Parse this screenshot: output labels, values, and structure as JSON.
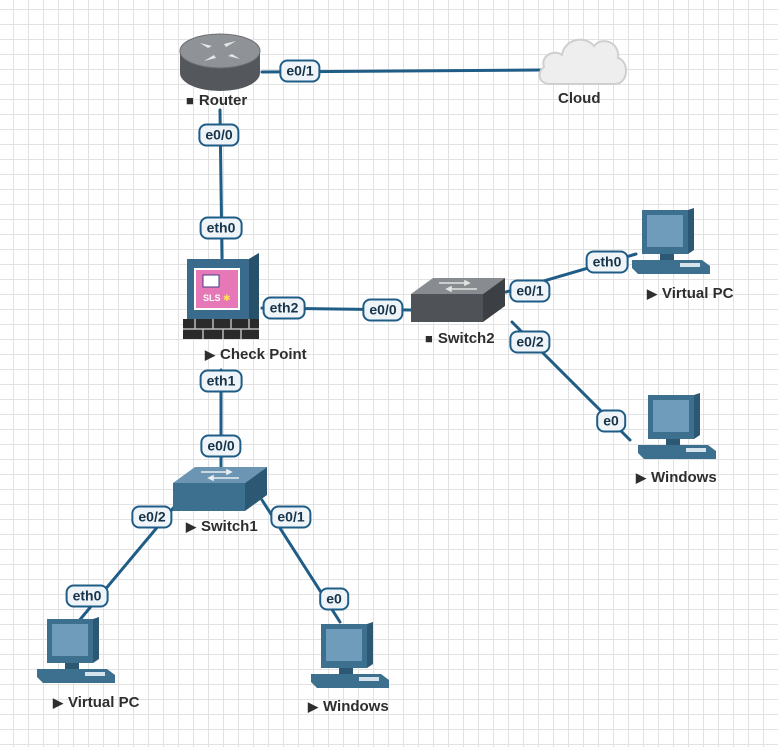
{
  "colors": {
    "link": "#1f5d87",
    "device_blue": "#3d6f8f",
    "switch_dark": "#5a5d61",
    "label_text": "#2e2e2e"
  },
  "icons": {
    "running": "▶",
    "stopped": "■"
  },
  "nodes": {
    "router": {
      "name": "Router",
      "state": "stopped",
      "icon": "router-icon"
    },
    "cloud": {
      "name": "Cloud",
      "icon": "cloud-icon"
    },
    "checkpoint": {
      "name": "Check Point",
      "state": "running",
      "icon": "firewall-icon"
    },
    "switch2": {
      "name": "Switch2",
      "state": "stopped",
      "icon": "switch-icon"
    },
    "switch1": {
      "name": "Switch1",
      "state": "running",
      "icon": "switch-icon"
    },
    "vpc_right": {
      "name": "Virtual PC",
      "state": "running",
      "icon": "computer-icon"
    },
    "windows_right": {
      "name": "Windows",
      "state": "running",
      "icon": "computer-icon"
    },
    "vpc_left": {
      "name": "Virtual PC",
      "state": "running",
      "icon": "computer-icon"
    },
    "windows_bottom": {
      "name": "Windows",
      "state": "running",
      "icon": "computer-icon"
    }
  },
  "ports": {
    "router_e01": "e0/1",
    "router_e00": "e0/0",
    "cp_eth0": "eth0",
    "cp_eth2": "eth2",
    "cp_eth1": "eth1",
    "sw2_e00": "e0/0",
    "sw2_e01": "e0/1",
    "sw2_e02": "e0/2",
    "vpcr_eth0": "eth0",
    "winr_e0": "e0",
    "sw1_e00": "e0/0",
    "sw1_e02": "e0/2",
    "sw1_e01": "e0/1",
    "vpcl_eth0": "eth0",
    "winb_e0": "e0"
  }
}
